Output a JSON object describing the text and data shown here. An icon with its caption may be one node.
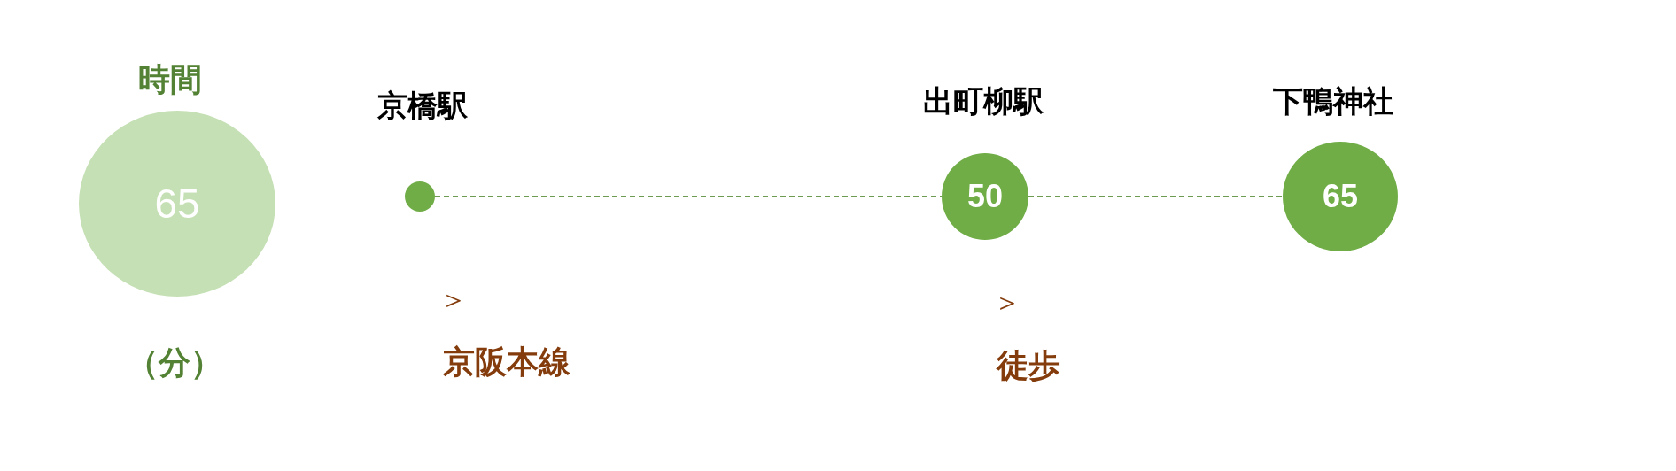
{
  "diagram": {
    "nodes": [
      {
        "text": [
          "時間",
          "65"
        ],
        "beside": [
          "（分）"
        ]
      },
      {
        "text": [
          "京橋駅"
        ]
      },
      {
        "text": [
          "出町柳駅",
          "50"
        ]
      },
      {
        "text": [
          "下鴨神社",
          "65"
        ]
      }
    ],
    "edges": [
      {
        "from": 1,
        "to": 2,
        "arrow": "none",
        "style": "dashed"
      },
      {
        "from": 2,
        "to": 3,
        "arrow": "none",
        "style": "dashed"
      }
    ],
    "labels": [
      "＞",
      "京阪本線",
      "＞",
      "徒歩"
    ]
  }
}
